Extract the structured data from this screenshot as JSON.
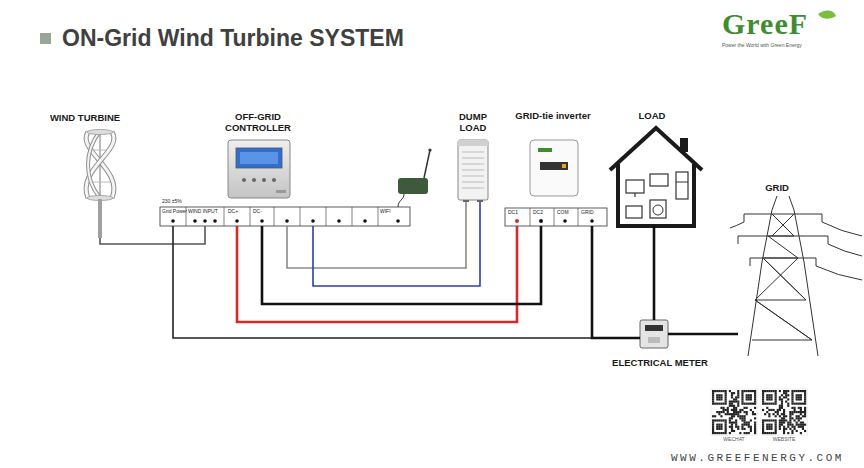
{
  "diagram": {
    "title": "ON-Grid Wind Turbine SYSTEM",
    "nodes": [
      {
        "text": [
          "WIND TURBINE"
        ]
      },
      {
        "text": [
          "OFF-GRID CONTROLLER"
        ]
      },
      {
        "text": [
          "DUMP LOAD"
        ]
      },
      {
        "text": [
          "GRID-tie inverter"
        ]
      },
      {
        "text": [
          "LOAD"
        ]
      },
      {
        "text": [
          "GRID"
        ]
      },
      {
        "text": [
          "ELECTRICAL METER"
        ]
      }
    ],
    "edges": [
      {
        "from": 0,
        "to": 1,
        "arrow": "none"
      },
      {
        "from": 1,
        "to": 2,
        "arrow": "none"
      },
      {
        "from": 1,
        "to": 2,
        "arrow": "none"
      },
      {
        "from": 1,
        "to": 3,
        "arrow": "none"
      },
      {
        "from": 1,
        "to": 3,
        "arrow": "none"
      },
      {
        "from": 1,
        "to": 6,
        "arrow": "none"
      },
      {
        "from": 3,
        "to": 6,
        "arrow": "none"
      },
      {
        "from": 4,
        "to": 6,
        "arrow": "none"
      },
      {
        "from": 6,
        "to": 5,
        "arrow": "none"
      }
    ],
    "labels": [
      "GreeF",
      "Power the World with Green Energy",
      "230 ±5%",
      "Grid Power",
      "WIND INPUT",
      "DC+",
      "DC-",
      "WIFI",
      "DC1",
      "DC2",
      "COM",
      "GRID",
      "WECHAT",
      "WEBSITE",
      "WWW.GREEFENERGY.COM"
    ]
  }
}
